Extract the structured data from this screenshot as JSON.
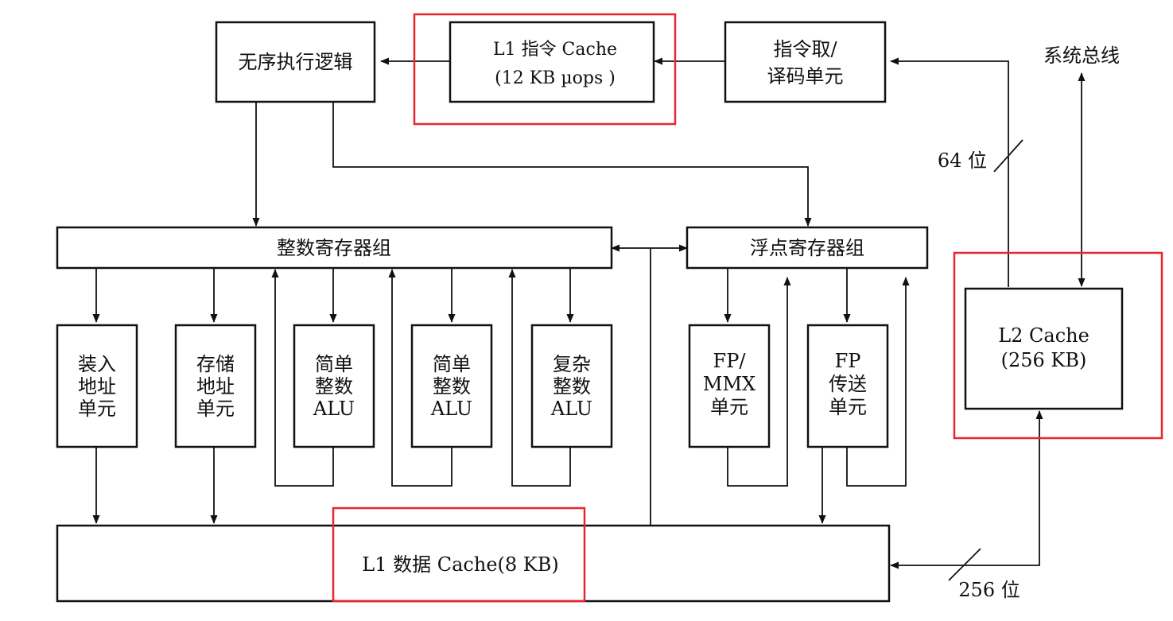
{
  "nodes": {
    "ooo_logic": "无序执行逻辑",
    "l1_icache_line1": "L1 指令 Cache",
    "l1_icache_line2": "(12  KB µops )",
    "fetch_decode_line1": "指令取/",
    "fetch_decode_line2": "译码单元",
    "int_regs": "整数寄存器组",
    "fp_regs": "浮点寄存器组",
    "load_unit": [
      "装入",
      "地址",
      "单元"
    ],
    "store_unit": [
      "存储",
      "地址",
      "单元"
    ],
    "simple_alu_1": [
      "简单",
      "整数",
      "ALU"
    ],
    "simple_alu_2": [
      "简单",
      "整数",
      "ALU"
    ],
    "complex_alu": [
      "复杂",
      "整数",
      "ALU"
    ],
    "fp_mmx": [
      "FP/",
      "MMX",
      "单元"
    ],
    "fp_move": [
      "FP",
      "传送",
      "单元"
    ],
    "l2_cache_line1": "L2 Cache",
    "l2_cache_line2": "(256 KB)",
    "l1_dcache": "L1 数据  Cache(8 KB)"
  },
  "labels": {
    "system_bus": "系统总线",
    "width_64": "64 位",
    "width_256": "256 位"
  },
  "colors": {
    "highlight": "#e8262e",
    "line": "#111111"
  }
}
